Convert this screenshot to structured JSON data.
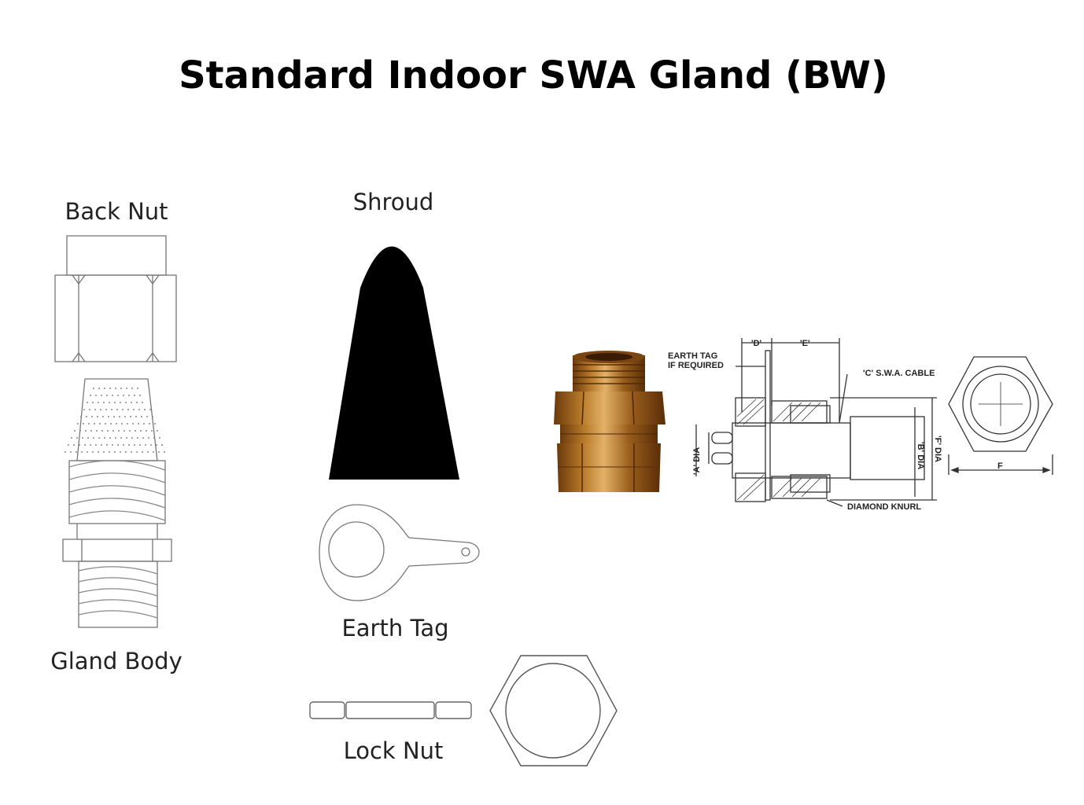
{
  "title": "Standard Indoor SWA Gland (BW)",
  "labels": {
    "back_nut": "Back Nut",
    "shroud": "Shroud",
    "gland_body": "Gland Body",
    "earth_tag": "Earth Tag",
    "lock_nut": "Lock Nut"
  },
  "drawing": {
    "earth_tag_note_line1": "EARTH TAG",
    "earth_tag_note_line2": "IF REQUIRED",
    "dim_d": "'D'",
    "dim_e": "'E'",
    "cable_note": "'C' S.W.A. CABLE",
    "dim_a": "'A' DIA",
    "dim_b": "'B' DIA",
    "dim_f_dia": "'F' DIA",
    "knurl_note": "DIAMOND KNURL",
    "dim_f": "F"
  },
  "colors": {
    "brass_dark": "#6b3a0c",
    "brass_mid": "#b87a2a",
    "brass_light": "#e3b168",
    "shroud_fill": "#000000"
  }
}
